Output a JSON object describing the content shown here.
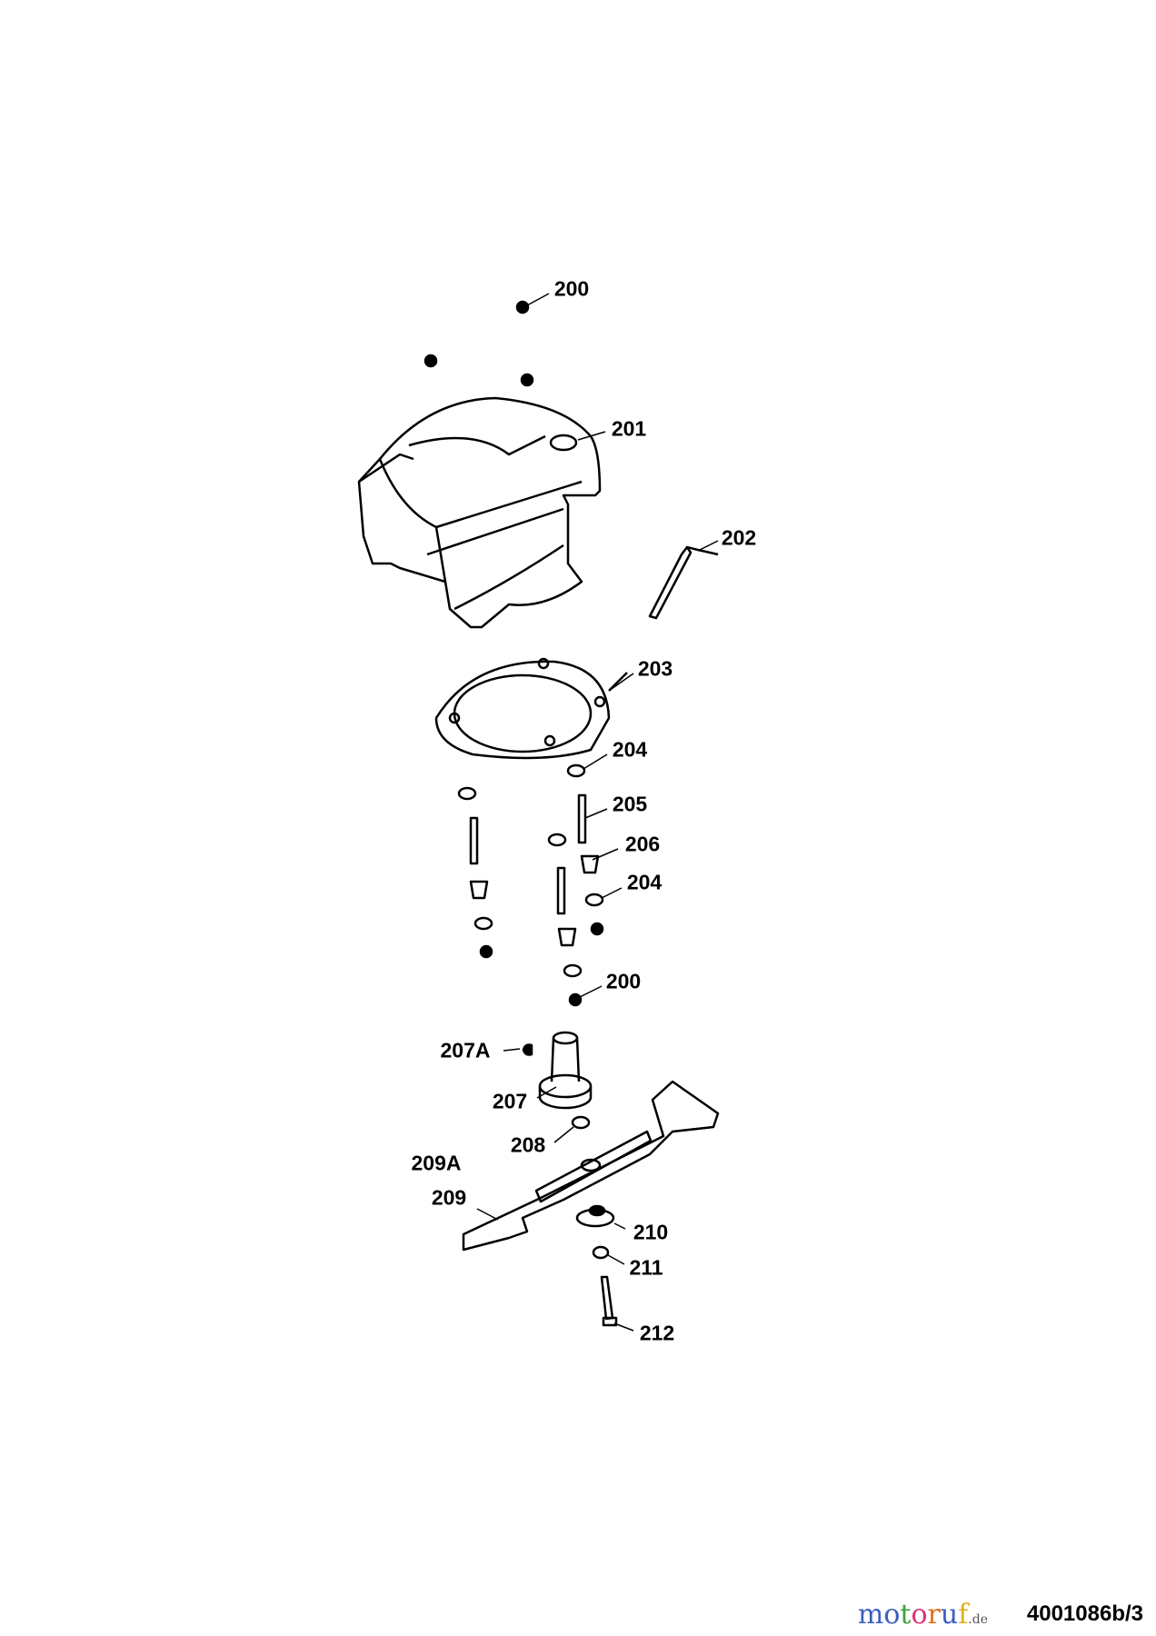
{
  "diagram": {
    "labels": [
      "200",
      "201",
      "202",
      "203",
      "204",
      "205",
      "206",
      "204",
      "200",
      "207A",
      "207",
      "208",
      "209A",
      "209",
      "210",
      "211",
      "212"
    ],
    "drawing_code": "4001086b/3",
    "watermark": "motoruf.de",
    "colors": {
      "line": "#000000",
      "background": "#ffffff",
      "watermark_letters": [
        "#3b5fc0",
        "#3b5fc0",
        "#3aa33a",
        "#e0307a",
        "#e07020",
        "#3b5fc0",
        "#e0b020"
      ]
    }
  }
}
